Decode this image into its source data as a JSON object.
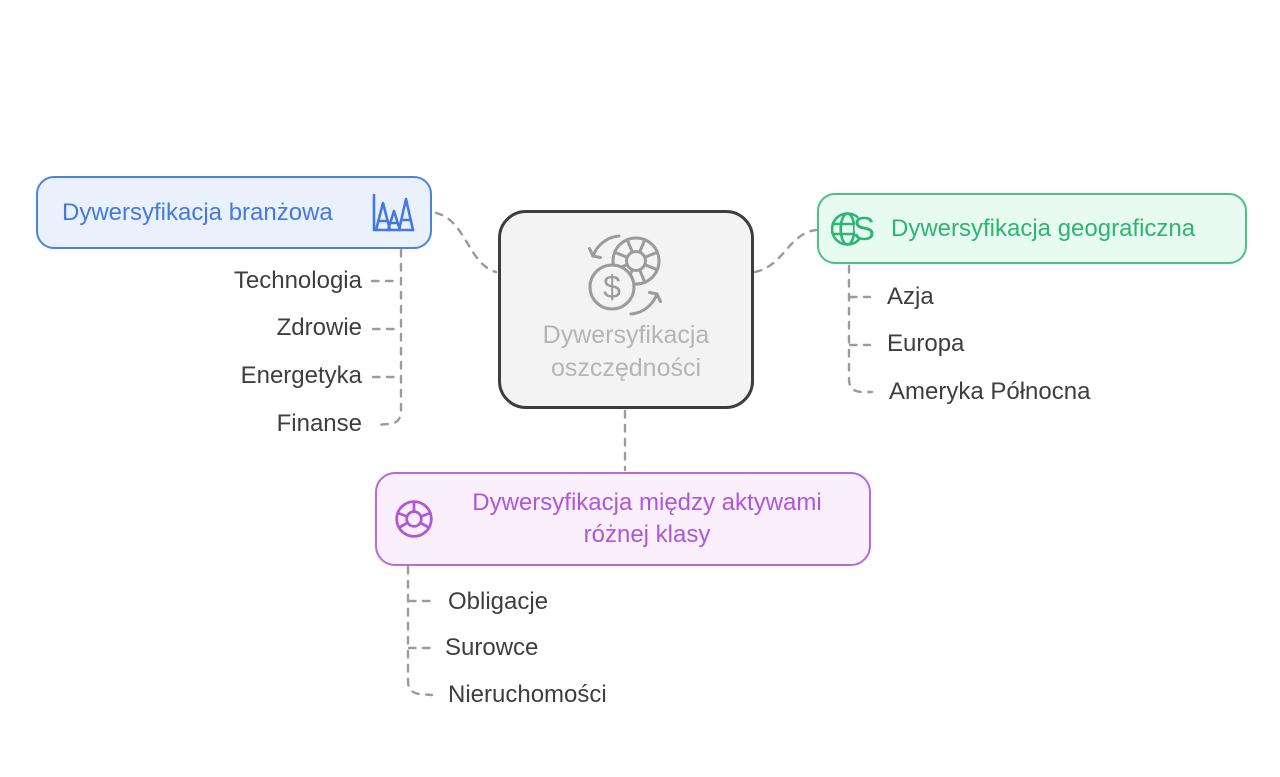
{
  "center": {
    "label_line1": "Dywersyfikacja",
    "label_line2": "oszczędności",
    "icon": "savings-exchange-chip-icon",
    "border_color": "#3d3d3d",
    "background": "#f3f3f3",
    "text_color": "#b5b5b5",
    "icon_color": "#9b9b9b"
  },
  "branches": {
    "industry": {
      "label": "Dywersyfikacja branżowa",
      "icon": "peaks-chart-icon",
      "text_color": "#4479e4",
      "border_color": "#4c82e0",
      "background": "#eaf1fc",
      "children": [
        "Technologia",
        "Zdrowie",
        "Energetyka",
        "Finanse"
      ]
    },
    "geographic": {
      "label": "Dywersyfikacja geograficzna",
      "icon": "globe-currency-icon",
      "text_color": "#2db573",
      "border_color": "#4fc084",
      "background": "#e7fbf0",
      "children": [
        "Azja",
        "Europa",
        "Ameryka Północna"
      ]
    },
    "asset_class": {
      "label": "Dywersyfikacja między aktywami różnej klasy",
      "icon": "segmented-wheel-icon",
      "text_color": "#b255d8",
      "border_color": "#b76ad8",
      "background": "#f9f0fc",
      "children": [
        "Obligacje",
        "Surowce",
        "Nieruchomości"
      ]
    }
  },
  "connectors": {
    "color": "#9b9b9b",
    "style": "dashed"
  },
  "child_label_color": "#3e3e3e",
  "icon_glyphs": {
    "dollar": "$",
    "currency_s": "S"
  }
}
